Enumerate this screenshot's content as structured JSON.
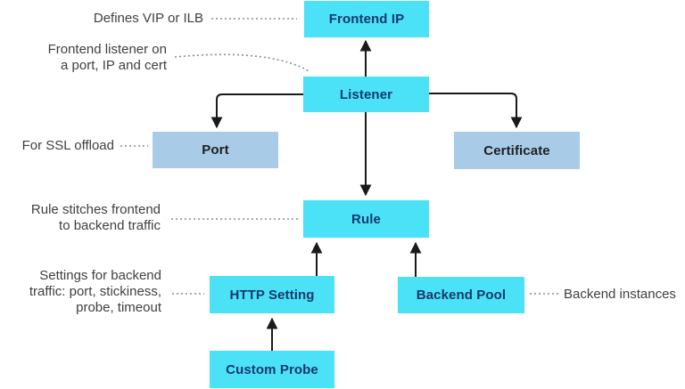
{
  "diagram": {
    "nodes": [
      {
        "id": "frontend-ip",
        "label": "Frontend IP",
        "style": "cyan"
      },
      {
        "id": "listener",
        "label": "Listener",
        "style": "cyan"
      },
      {
        "id": "port",
        "label": "Port",
        "style": "steel"
      },
      {
        "id": "certificate",
        "label": "Certificate",
        "style": "steel"
      },
      {
        "id": "rule",
        "label": "Rule",
        "style": "cyan"
      },
      {
        "id": "http-setting",
        "label": "HTTP Setting",
        "style": "cyan"
      },
      {
        "id": "backend-pool",
        "label": "Backend Pool",
        "style": "cyan"
      },
      {
        "id": "custom-probe",
        "label": "Custom Probe",
        "style": "cyan"
      }
    ],
    "annotations": [
      {
        "target": "frontend-ip",
        "lines": [
          "Defines VIP or ILB"
        ]
      },
      {
        "target": "listener",
        "lines": [
          "Frontend listener on",
          "a port, IP and cert"
        ]
      },
      {
        "target": "port",
        "lines": [
          "For SSL offload"
        ]
      },
      {
        "target": "rule",
        "lines": [
          "Rule stitches frontend",
          "to backend traffic"
        ]
      },
      {
        "target": "http-setting",
        "lines": [
          "Settings for backend",
          "traffic: port, stickiness,",
          "probe, timeout"
        ]
      },
      {
        "target": "backend-pool",
        "lines": [
          "Backend instances"
        ]
      }
    ],
    "edges": [
      {
        "from": "listener",
        "to": "frontend-ip"
      },
      {
        "from": "listener",
        "to": "port"
      },
      {
        "from": "listener",
        "to": "certificate"
      },
      {
        "from": "listener",
        "to": "rule"
      },
      {
        "from": "http-setting",
        "to": "rule"
      },
      {
        "from": "backend-pool",
        "to": "rule"
      },
      {
        "from": "custom-probe",
        "to": "http-setting"
      }
    ],
    "colors": {
      "node-cyan": "#4be1f7",
      "node-steel": "#a8cbe8",
      "node-text-navy": "#16396b",
      "node-text-dark": "#1f1f1f",
      "arrow": "#1a1a1a",
      "dotted": "#8c8c8c",
      "annotation-text": "#404040",
      "background": "#ffffff"
    }
  }
}
